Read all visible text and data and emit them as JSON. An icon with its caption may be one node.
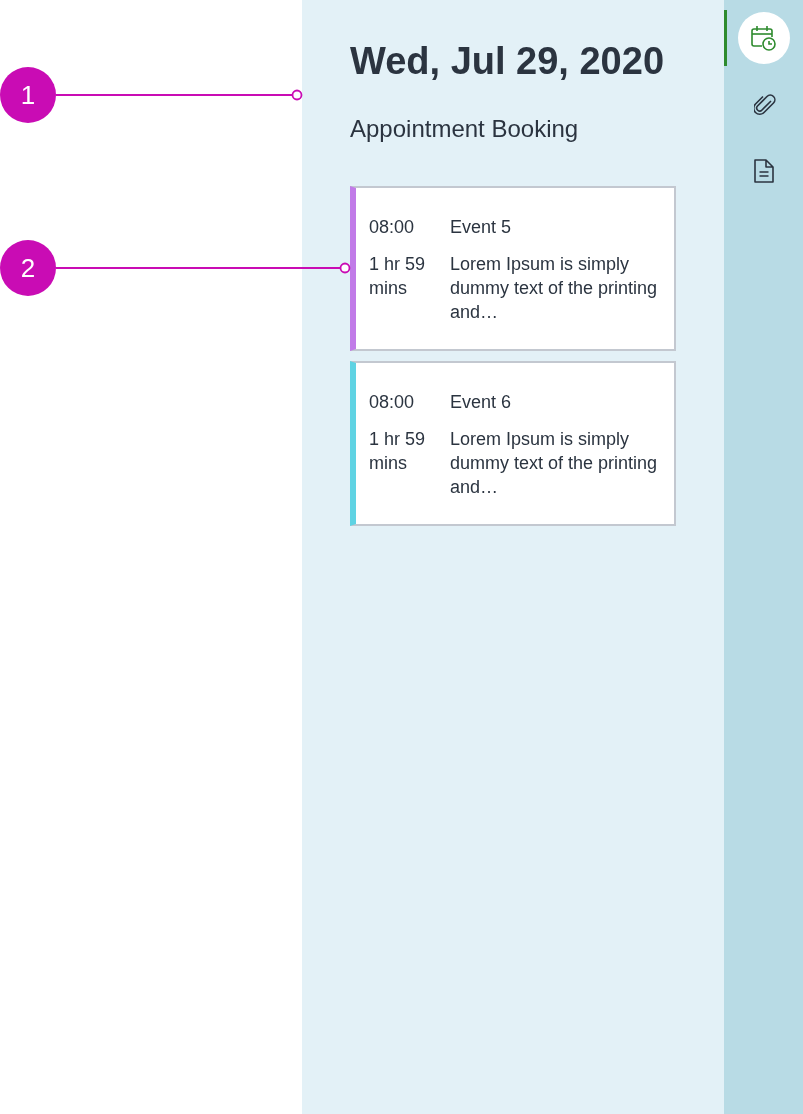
{
  "diagram": {
    "nodes": [
      {
        "text": [
          "1"
        ]
      },
      {
        "text": [
          "2"
        ]
      },
      {
        "text": [
          "Wed, Jul 29, 2020",
          "Appointment Booking"
        ]
      },
      {
        "text": [
          "08:00",
          "Event 5",
          "1 hr 59 mins",
          "Lorem Ipsum is simply dummy text of the printing and…"
        ],
        "in": 2
      },
      {
        "text": [
          "08:00",
          "Event 6",
          "1 hr 59 mins",
          "Lorem Ipsum is simply dummy text of the printing and…"
        ],
        "in": 2
      }
    ],
    "edges": [
      {
        "from": 0,
        "to": 2,
        "arrow": "other"
      },
      {
        "from": 1,
        "to": 3,
        "arrow": "other"
      }
    ]
  }
}
